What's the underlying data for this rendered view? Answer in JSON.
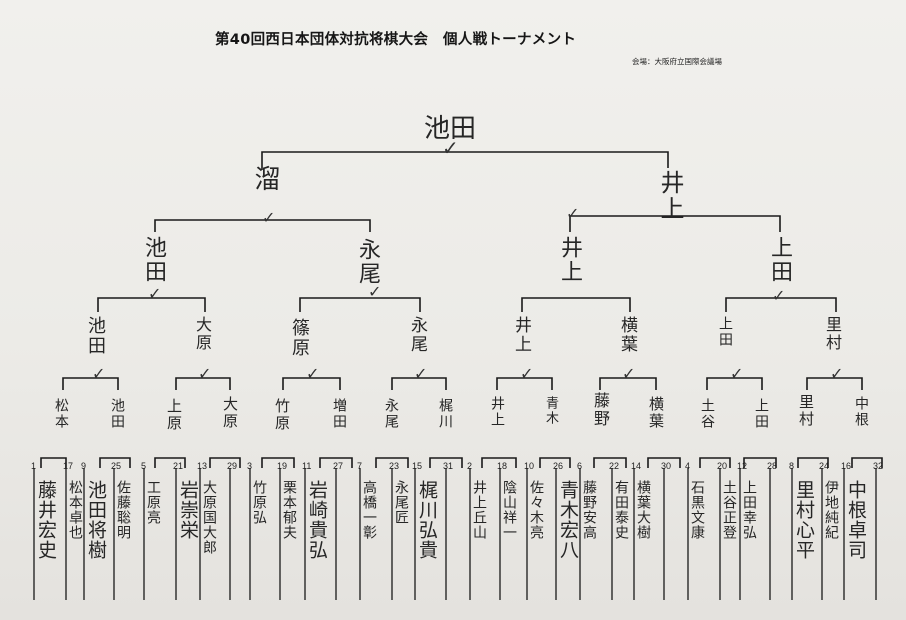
{
  "header": {
    "title": "第40回西日本団体対抗将棋大会　個人戦トーナメント",
    "venue": "会場：大阪府立国際会議場"
  },
  "rounds": {
    "champion": "池田",
    "final": [
      "溜",
      "井上"
    ],
    "semifinal": [
      "池田",
      "永尾",
      "井上",
      "上田"
    ],
    "quarterfinal": [
      "池田",
      "大原",
      "篠原",
      "永尾",
      "井上",
      "横葉",
      "上田",
      "里村"
    ],
    "round16": [
      "松本",
      "池田",
      "上原",
      "大原",
      "竹原",
      "増田",
      "永尾",
      "梶川",
      "井上",
      "青木",
      "藤野",
      "横葉",
      "土谷",
      "上田",
      "里村",
      "中根"
    ]
  },
  "seeds": [
    "1",
    "17",
    "9",
    "25",
    "5",
    "21",
    "13",
    "29",
    "3",
    "19",
    "11",
    "27",
    "7",
    "23",
    "15",
    "31",
    "2",
    "18",
    "10",
    "26",
    "6",
    "22",
    "14",
    "30",
    "4",
    "20",
    "12",
    "28",
    "8",
    "24",
    "16",
    "32"
  ],
  "players": [
    "藤井宏史",
    "松本卓也",
    "池田将樹",
    "佐藤聡明",
    "工原亮",
    "岩崇栄",
    "大原国大郎",
    "",
    "竹原弘",
    "栗本郁夫",
    "岩崎貴弘",
    "",
    "高橋一彰",
    "永尾匠",
    "梶川弘貴",
    "",
    "井上丘山",
    "陰山祥一",
    "佐々木亮",
    "青木宏八",
    "藤野安高",
    "有田泰史",
    "横葉大樹",
    "",
    "石黒文康",
    "土谷正登",
    "上田幸弘",
    "",
    "里村心平",
    "伊地純紀",
    "中根卓司",
    ""
  ]
}
